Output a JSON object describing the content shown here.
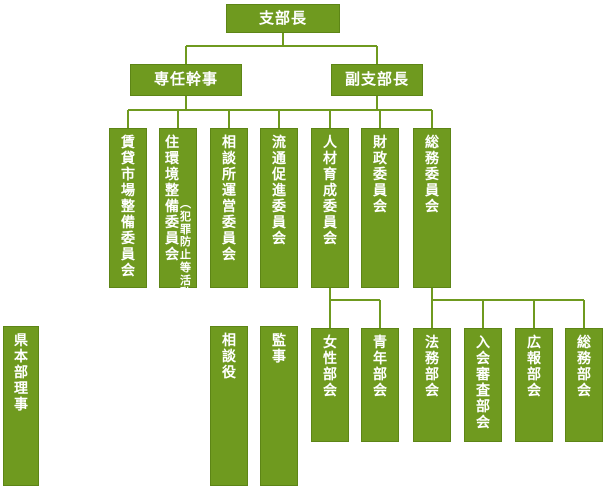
{
  "top": {
    "label": "支部長"
  },
  "level2": {
    "left": {
      "label": "専任幹事"
    },
    "right": {
      "label": "副支部長"
    }
  },
  "committees": [
    {
      "label": "賃貸市場整備委員会"
    },
    {
      "label": "住環境整備委員会",
      "sub": "（犯罪防止等活動）"
    },
    {
      "label": "相談所運営委員会"
    },
    {
      "label": "流通促進委員会"
    },
    {
      "label": "人材育成委員会"
    },
    {
      "label": "財政委員会"
    },
    {
      "label": "総務委員会"
    }
  ],
  "standalone": {
    "prefecture": {
      "label": "県本部理事"
    },
    "consultant": {
      "label": "相談役"
    },
    "auditor": {
      "label": "監事"
    }
  },
  "subunits_jinzai": [
    {
      "label": "女性部会"
    },
    {
      "label": "青年部会"
    }
  ],
  "subunits_somu": [
    {
      "label": "法務部会"
    },
    {
      "label": "入会審査部会"
    },
    {
      "label": "広報部会"
    },
    {
      "label": "総務部会"
    }
  ],
  "colors": {
    "box": "#6f9a1f",
    "border": "#5d8516",
    "line": "#6f9a1f",
    "text": "#ffffff"
  }
}
